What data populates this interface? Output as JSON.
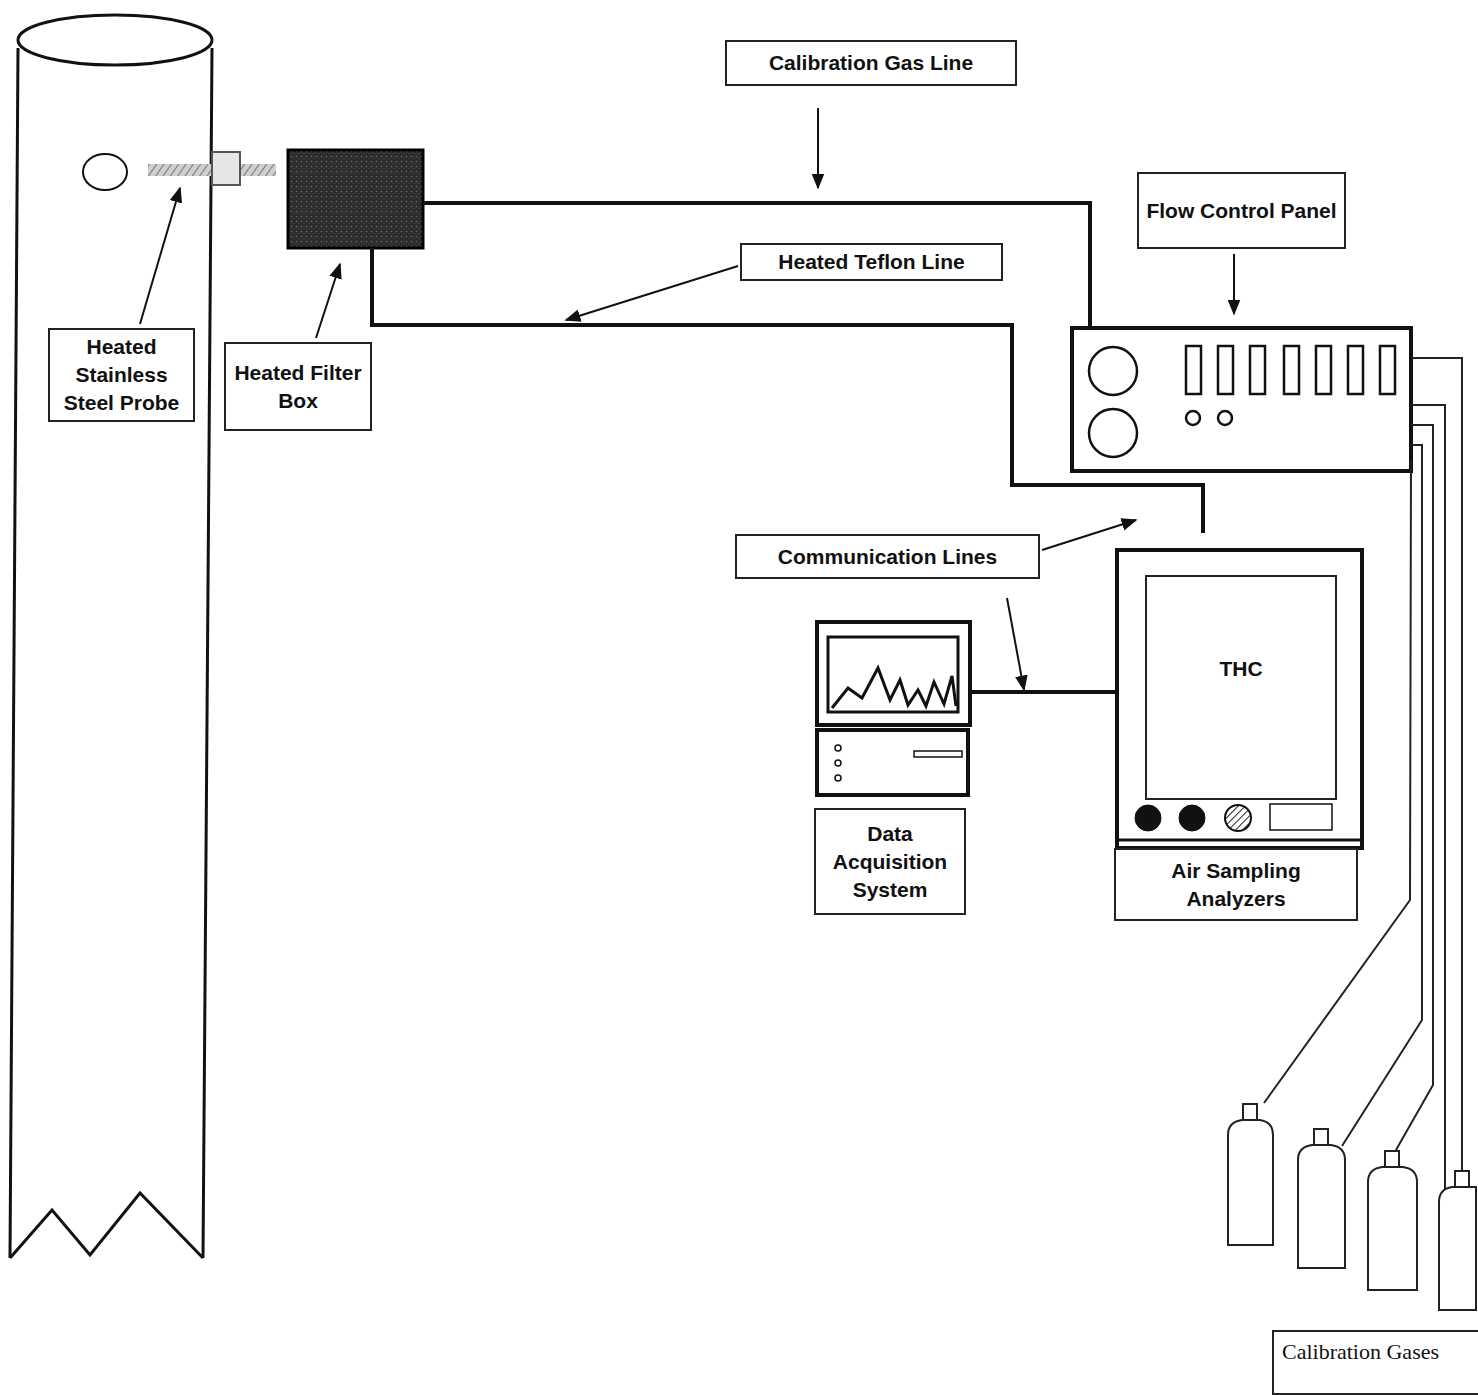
{
  "diagram": {
    "nodes": [
      {
        "text": [
          "Calibration Gas Line"
        ]
      },
      {
        "text": [
          "Flow Control Panel"
        ]
      },
      {
        "text": [
          "Heated Teflon Line"
        ]
      },
      {
        "text": [
          "Heated Stainless Steel Probe"
        ]
      },
      {
        "text": [
          "Heated Filter Box"
        ]
      },
      {
        "text": [
          "Communication Lines"
        ]
      },
      {
        "text": [
          "THC"
        ]
      },
      {
        "text": [
          "Data Acquisition System"
        ]
      },
      {
        "text": [
          "Air Sampling Analyzers"
        ]
      },
      {
        "text": [
          "Calibration Gases"
        ]
      }
    ]
  }
}
